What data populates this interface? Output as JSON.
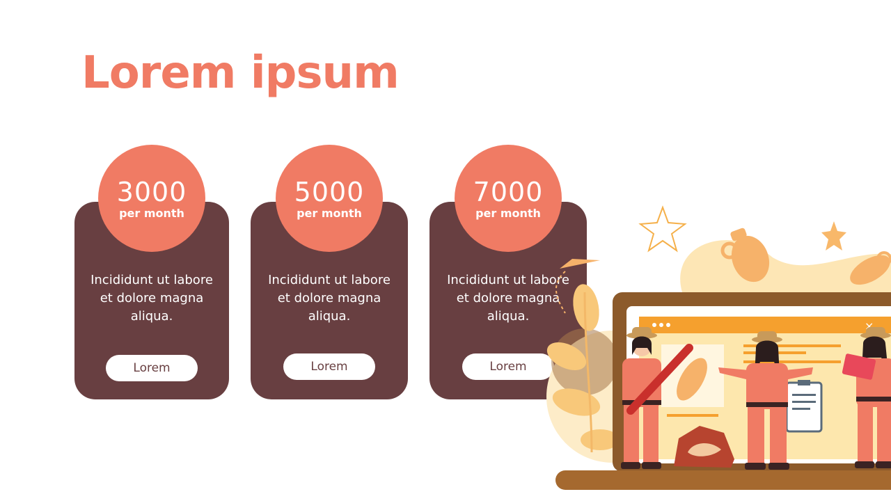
{
  "slide": {
    "title": "Lorem ipsum"
  },
  "cards": [
    {
      "amount": "3000",
      "unit": "per month",
      "description": "Incididunt ut labore et dolore magna aliqua.",
      "button_label": "Lorem"
    },
    {
      "amount": "5000",
      "unit": "per month",
      "description": "Incididunt ut labore et dolore magna aliqua.",
      "button_label": "Lorem"
    },
    {
      "amount": "7000",
      "unit": "per month",
      "description": "Incididunt ut labore et dolore magna aliqua.",
      "button_label": "Lorem"
    }
  ],
  "illustration": {
    "window_close_glyph": "×"
  },
  "colors": {
    "accent": "#f07b64",
    "card_background": "#683f41",
    "laptop_frame": "#8c5a2b",
    "window_bar": "#f5a02e",
    "soft_yellow": "#fde6b5"
  }
}
